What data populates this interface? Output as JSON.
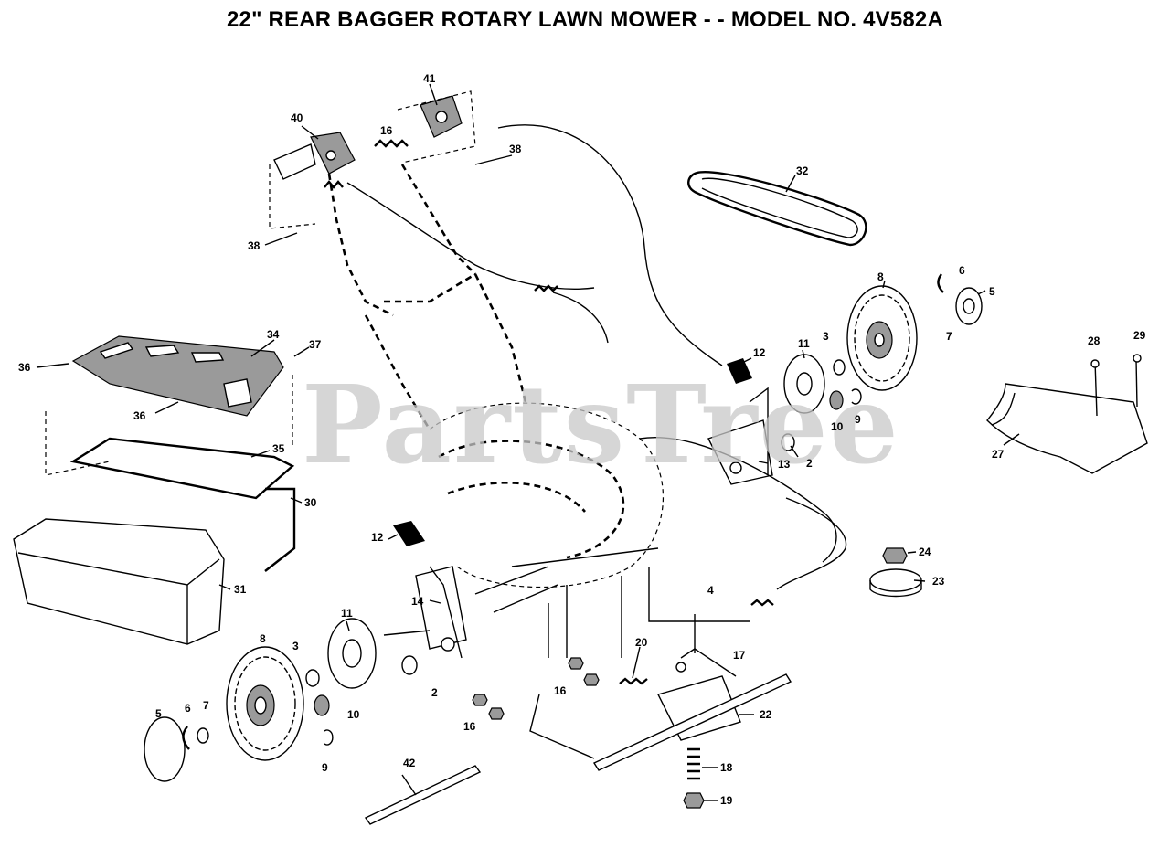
{
  "title": "22\" REAR BAGGER ROTARY LAWN MOWER - - MODEL NO. 4V582A",
  "watermark": "PartsTree",
  "callouts": [
    {
      "id": "c41",
      "text": "41"
    },
    {
      "id": "c40",
      "text": "40"
    },
    {
      "id": "c16a",
      "text": "16"
    },
    {
      "id": "c38a",
      "text": "38"
    },
    {
      "id": "c38b",
      "text": "38"
    },
    {
      "id": "c32",
      "text": "32"
    },
    {
      "id": "c6a",
      "text": "6"
    },
    {
      "id": "c5a",
      "text": "5"
    },
    {
      "id": "c8a",
      "text": "8"
    },
    {
      "id": "c7a",
      "text": "7"
    },
    {
      "id": "c11a",
      "text": "11"
    },
    {
      "id": "c3a",
      "text": "3"
    },
    {
      "id": "c12a",
      "text": "12"
    },
    {
      "id": "c10a",
      "text": "10"
    },
    {
      "id": "c9a",
      "text": "9"
    },
    {
      "id": "c2a",
      "text": "2"
    },
    {
      "id": "c13",
      "text": "13"
    },
    {
      "id": "c28",
      "text": "28"
    },
    {
      "id": "c29",
      "text": "29"
    },
    {
      "id": "c27",
      "text": "27"
    },
    {
      "id": "c34",
      "text": "34"
    },
    {
      "id": "c37",
      "text": "37"
    },
    {
      "id": "c36a",
      "text": "36"
    },
    {
      "id": "c36b",
      "text": "36"
    },
    {
      "id": "c35",
      "text": "35"
    },
    {
      "id": "c30",
      "text": "30"
    },
    {
      "id": "c31",
      "text": "31"
    },
    {
      "id": "c12b",
      "text": "12"
    },
    {
      "id": "c14",
      "text": "14"
    },
    {
      "id": "c11b",
      "text": "11"
    },
    {
      "id": "c8b",
      "text": "8"
    },
    {
      "id": "c3b",
      "text": "3"
    },
    {
      "id": "c2b",
      "text": "2"
    },
    {
      "id": "c10b",
      "text": "10"
    },
    {
      "id": "c9b",
      "text": "9"
    },
    {
      "id": "c5b",
      "text": "5"
    },
    {
      "id": "c6b",
      "text": "6"
    },
    {
      "id": "c7b",
      "text": "7"
    },
    {
      "id": "c24",
      "text": "24"
    },
    {
      "id": "c23",
      "text": "23"
    },
    {
      "id": "c4",
      "text": "4"
    },
    {
      "id": "c17",
      "text": "17"
    },
    {
      "id": "c20",
      "text": "20"
    },
    {
      "id": "c22",
      "text": "22"
    },
    {
      "id": "c16b",
      "text": "16"
    },
    {
      "id": "c16c",
      "text": "16"
    },
    {
      "id": "c18",
      "text": "18"
    },
    {
      "id": "c19",
      "text": "19"
    },
    {
      "id": "c42",
      "text": "42"
    }
  ]
}
